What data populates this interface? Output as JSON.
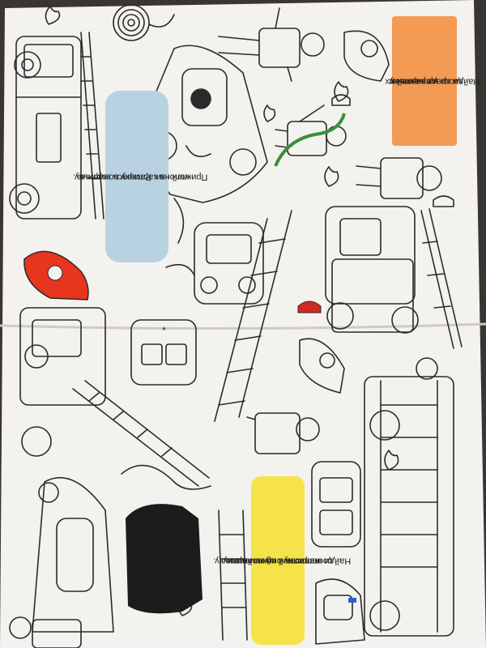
{
  "labels": {
    "top": [
      "Найди среди наклеек",
      "каски и приклей их",
      "на картинку."
    ],
    "middle": [
      "Приклей на картинку пожарные",
      "колонки. Раскрась картинку."
    ],
    "bottom": [
      "Найди на листе с наклейками",
      "соответствующую машину",
      "и приклей её на картинку."
    ]
  },
  "colors": {
    "page": "#f3f2ef",
    "line": "#2b2b2b",
    "orange_box": "#f39a55",
    "blue_box": "#b9d2e2",
    "yellow_box": "#f6e34a",
    "helmet_red": "#e8351e",
    "siren_red": "#d12a1f",
    "hose_green": "#3c8f3a"
  },
  "icons": [
    "fire-truck",
    "ladder-truck",
    "firefighter",
    "helmet-sticker",
    "police-car",
    "ambulance",
    "fire-hydrant",
    "hose",
    "flame",
    "siren-light",
    "car-silhouette"
  ]
}
